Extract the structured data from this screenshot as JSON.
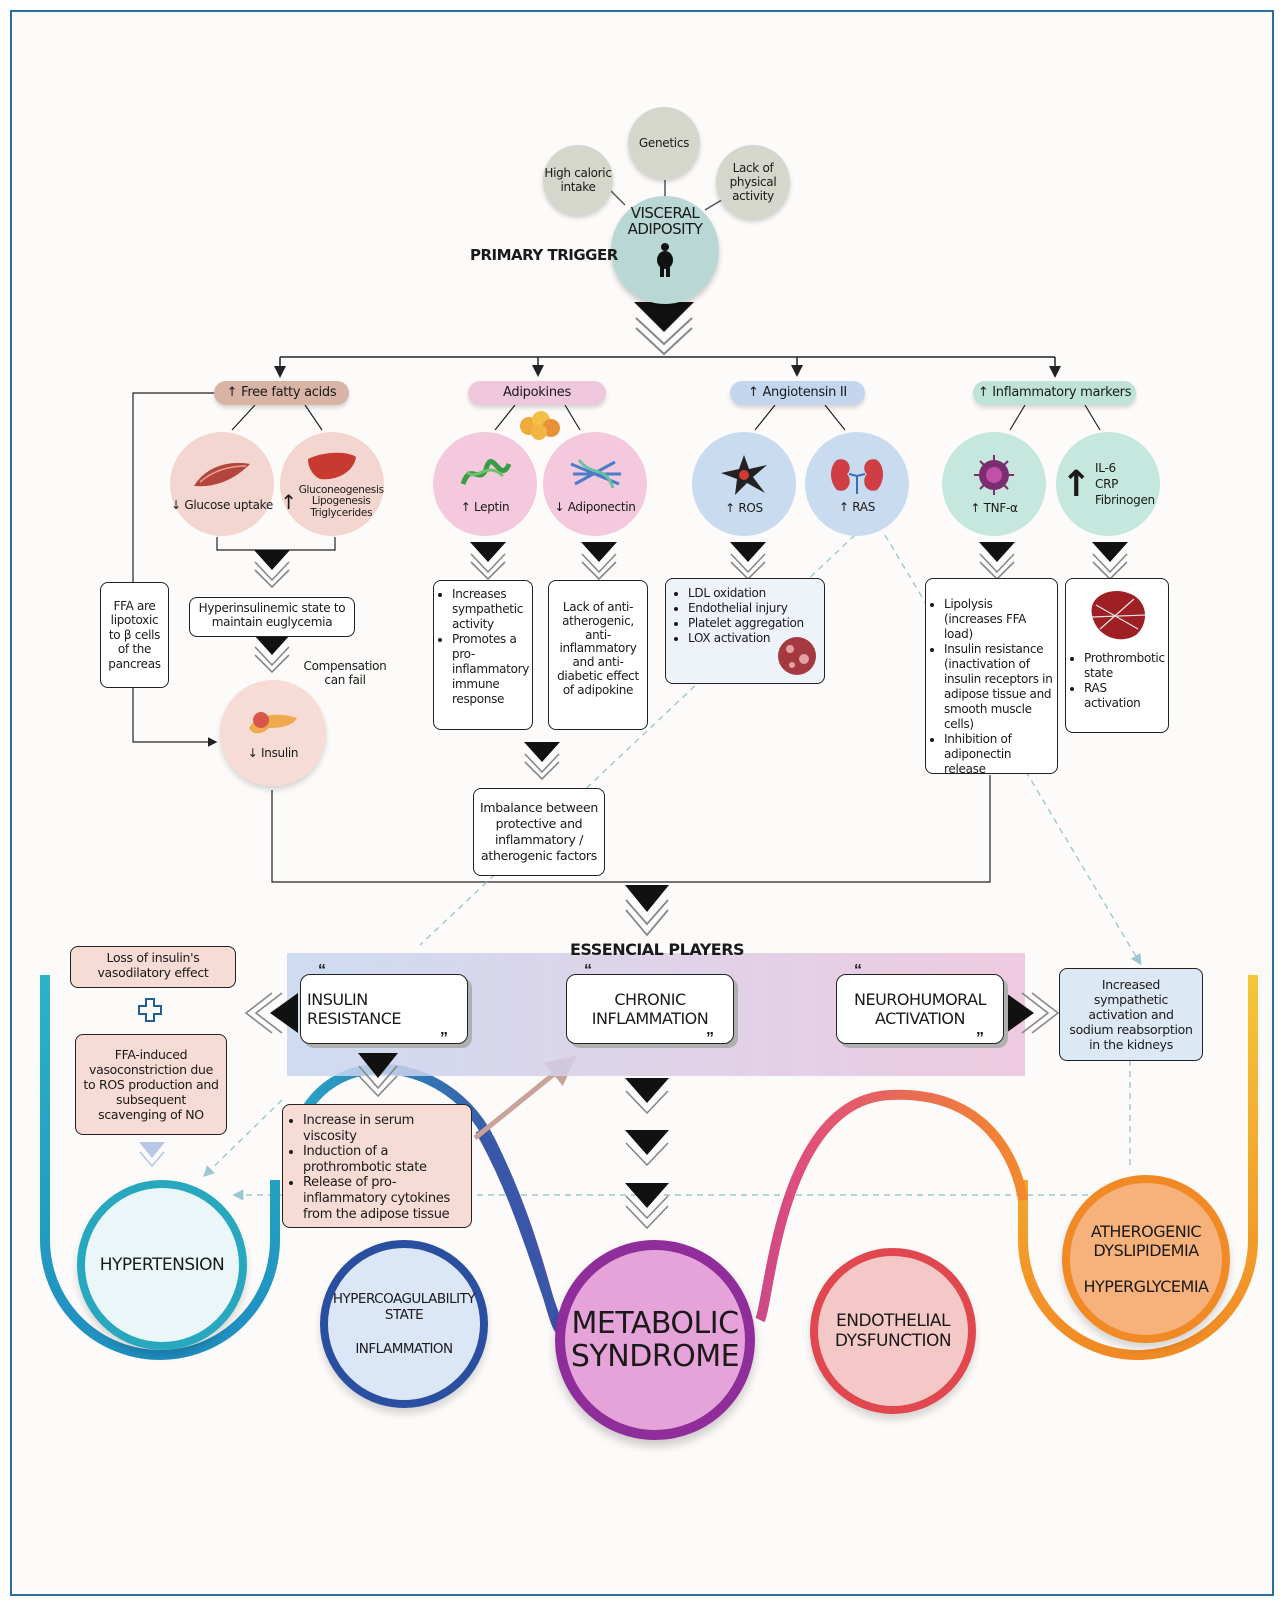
{
  "causes": {
    "high_caloric": "High caloric intake",
    "genetics": "Genetics",
    "lack_activity": "Lack of physical activity"
  },
  "visceral": "VISCERAL ADIPOSITY",
  "primary_trigger": "PRIMARY TRIGGER",
  "branches": {
    "ffa": "Free fatty acids",
    "adipokines": "Adipokines",
    "angiotensin": "Angiotensin II",
    "inflammatory": "Inflammatory markers"
  },
  "ffa": {
    "glucose": "Glucose uptake",
    "gluco_lines": [
      "Gluconeogenesis",
      "Lipogenesis",
      "Triglycerides"
    ],
    "hyperinsulinemic": "Hyperinsulinemic state to maintain euglycemia",
    "compensation": "Compensation can fail",
    "insulin": "Insulin",
    "lipotoxic": "FFA are lipotoxic to β cells of the pancreas"
  },
  "adipo": {
    "leptin": "Leptin",
    "adiponectin": "Adiponectin",
    "leptin_box": [
      "Increases sympathetic activity",
      "Promotes a pro-inflammatory immune response"
    ],
    "adipo_box": "Lack of anti-atherogenic, anti-inflammatory and anti-diabetic effect of adipokine",
    "imbalance": "Imbalance between protective and inflammatory / atherogenic factors"
  },
  "angio": {
    "ros": "ROS",
    "ras": "RAS",
    "box": [
      "LDL oxidation",
      "Endothelial injury",
      "Platelet aggregation",
      "LOX activation"
    ]
  },
  "inflam": {
    "tnf": "TNF-α",
    "markers": [
      "IL-6",
      "CRP",
      "Fibrinogen"
    ],
    "box": [
      "Lipolysis (increases FFA load)",
      "Insulin resistance (inactivation of insulin receptors in adipose tissue and smooth muscle cells)",
      "Inhibition of adiponectin release"
    ],
    "box2": [
      "Prothrombotic state",
      "RAS activation"
    ]
  },
  "essential": {
    "title": "ESSENCIAL PLAYERS",
    "insulin_resistance": "INSULIN RESISTANCE",
    "chronic": "CHRONIC INFLAMMATION",
    "neuro": "NEUROHUMORAL ACTIVATION"
  },
  "left_notes": {
    "loss": "Loss of insulin's vasodilatory effect",
    "ffa_vaso": "FFA-induced vasoconstriction due to ROS production and subsequent scavenging of NO"
  },
  "right_note": "Increased sympathetic activation and sodium reabsorption in the kidneys",
  "ir_box": [
    "Increase in serum viscosity",
    "Induction of a prothrombotic state",
    "Release of pro-inflammatory cytokines from the adipose tissue"
  ],
  "outcomes": {
    "hypertension": "HYPERTENSION",
    "hypercoag": "HYPERCOAGULABILITY STATE",
    "inflammation": "INFLAMMATION",
    "metabolic": "METABOLIC SYNDROME",
    "endothelial": "ENDOTHELIAL DYSFUNCTION",
    "atherogenic": "ATHEROGENIC DYSLIPIDEMIA",
    "hyperglycemia": "HYPERGLYCEMIA"
  },
  "colors": {
    "ffa_pill": "#d9b3a6",
    "adipo_pill": "#efc7dd",
    "angio_pill": "#c4d6ee",
    "inflam_pill": "#bfe3d6",
    "cause_circle": "#d5d7cc",
    "visceral_circle": "#b9d7d5"
  }
}
